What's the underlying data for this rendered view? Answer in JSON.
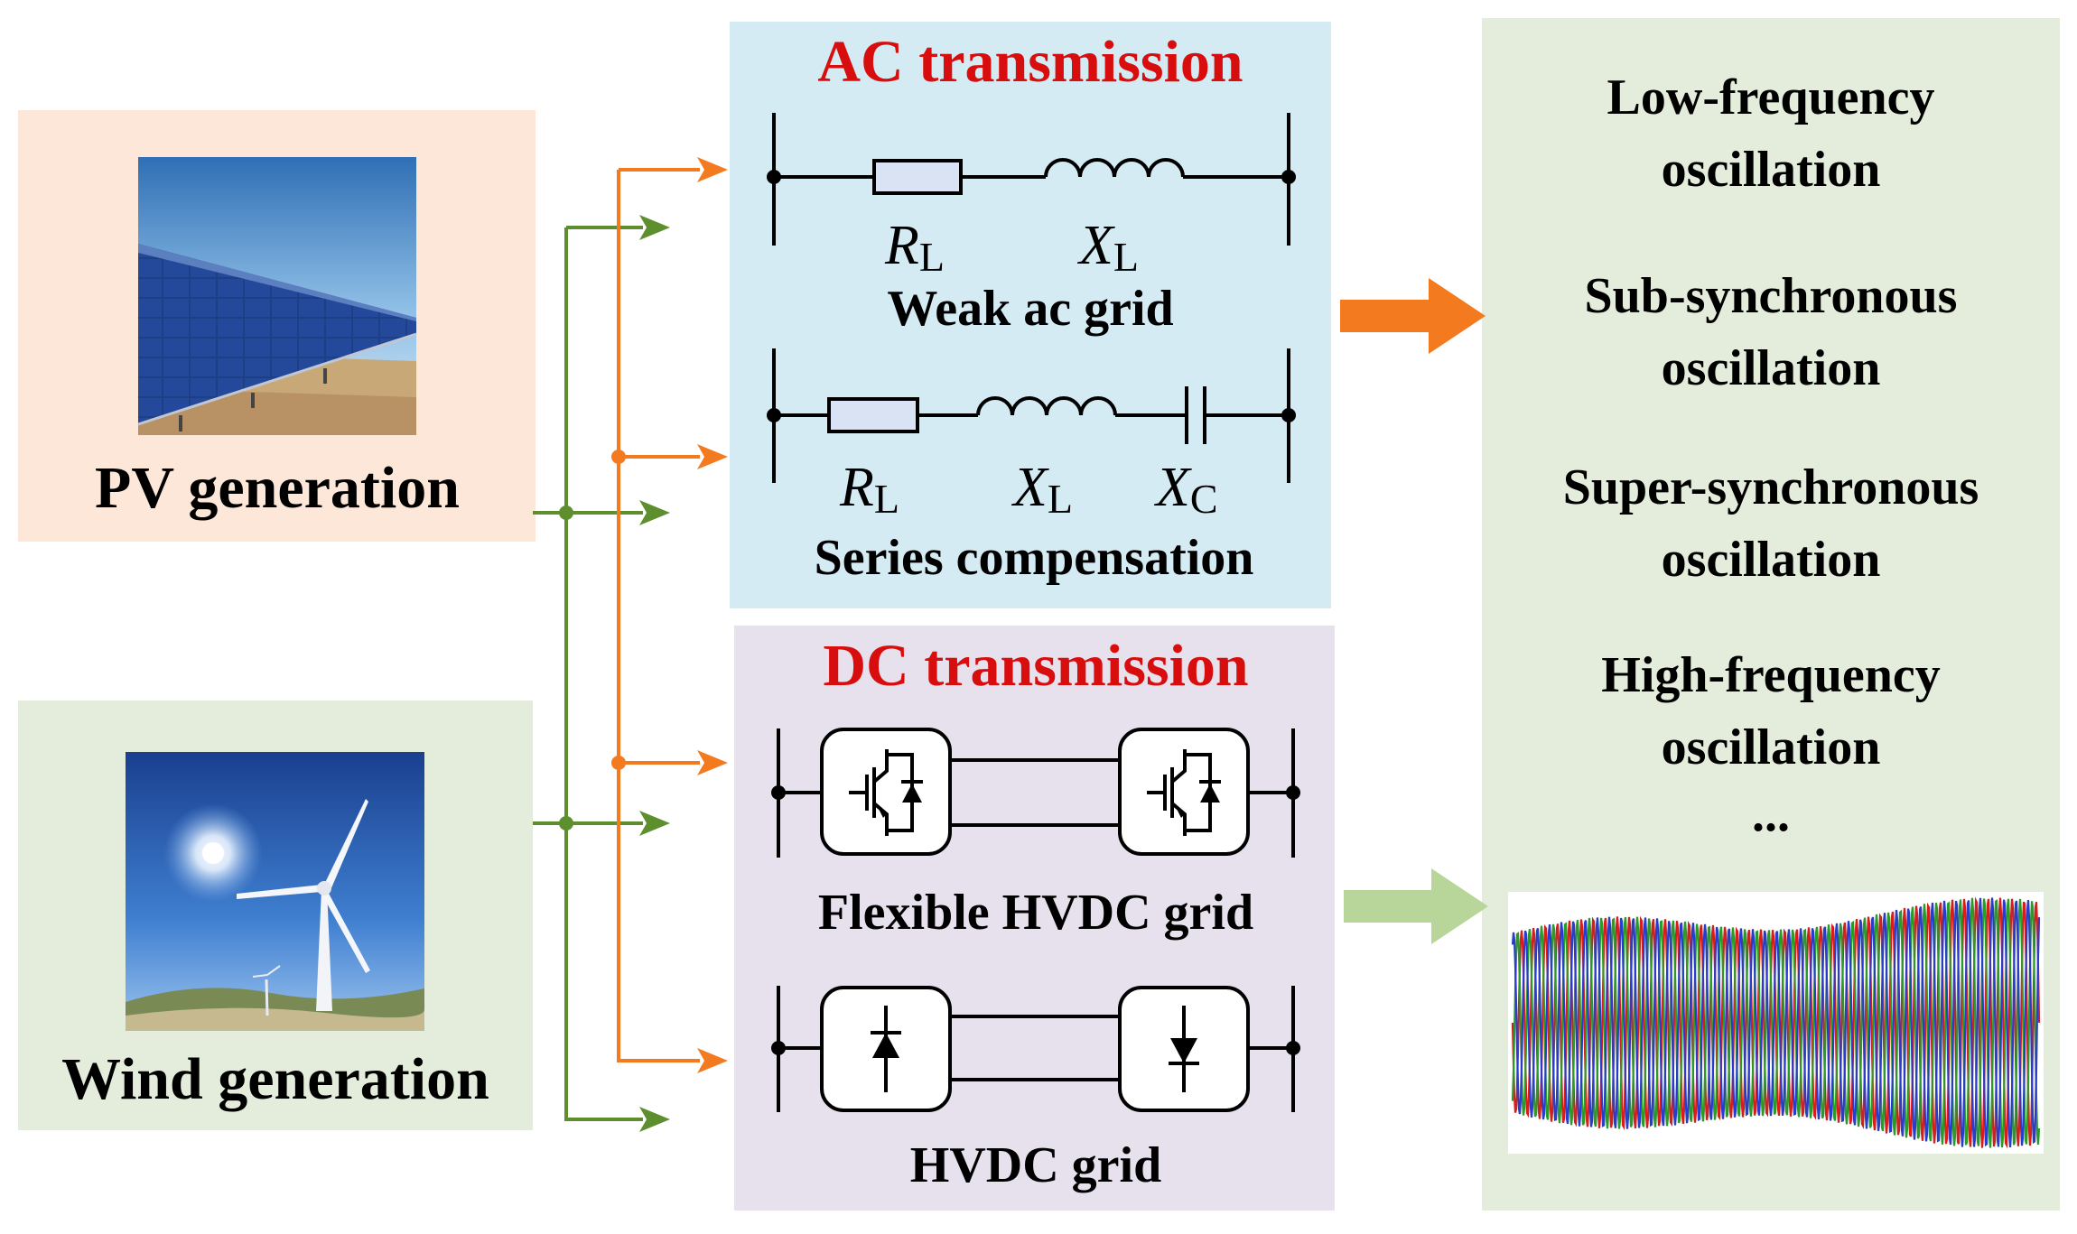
{
  "sources": {
    "pv": {
      "label": "PV generation",
      "image": "solar-panels-photo"
    },
    "wind": {
      "label": "Wind generation",
      "image": "wind-turbine-photo"
    }
  },
  "ac": {
    "title": "AC transmission",
    "weak": {
      "label": "Weak ac grid",
      "r": "R",
      "r_sub": "L",
      "x": "X",
      "x_sub": "L"
    },
    "series": {
      "label": "Series compensation",
      "r": "R",
      "r_sub": "L",
      "x": "X",
      "x_sub": "L",
      "c": "X",
      "c_sub": "C"
    }
  },
  "dc": {
    "title": "DC transmission",
    "flexible": {
      "label": "Flexible HVDC grid"
    },
    "hvdc": {
      "label": "HVDC grid"
    }
  },
  "results": {
    "items": [
      {
        "line1": "Low-frequency",
        "line2": "oscillation"
      },
      {
        "line1": "Sub-synchronous",
        "line2": "oscillation"
      },
      {
        "line1": "Super-synchronous",
        "line2": "oscillation"
      },
      {
        "line1": "High-frequency",
        "line2": "oscillation"
      }
    ],
    "ellipsis": "...",
    "waveform_colors": [
      "#d4201c",
      "#2a9a2a",
      "#2a3cc8"
    ]
  },
  "colors": {
    "pv_arrow": "#f47a20",
    "wind_arrow": "#5e8f2e",
    "ac_out_arrow": "#f47a20",
    "dc_out_arrow": "#b8d69a",
    "title_red": "#d80d0d"
  }
}
